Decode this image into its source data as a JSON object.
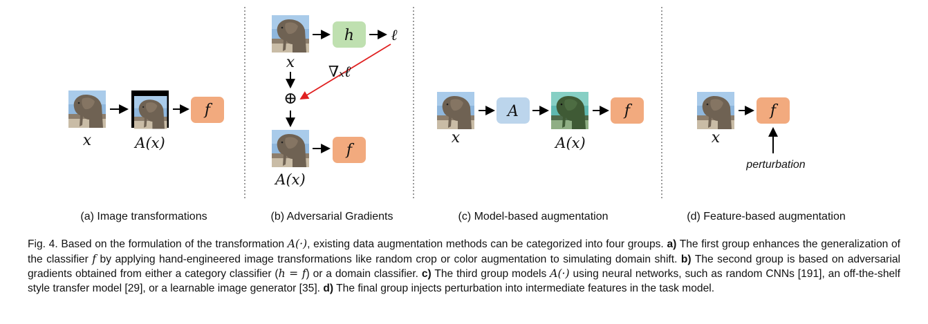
{
  "panels": {
    "a": {
      "subcaption": "(a) Image transformations",
      "input_label": "x",
      "output_label": "A(x)",
      "model_label": "f"
    },
    "b": {
      "subcaption": "(b) Adversarial Gradients",
      "input_label": "x",
      "aux_model_label": "h",
      "loss_label": "ℓ",
      "gradient_label": "∇ₓℓ",
      "add_symbol": "⊕",
      "output_label": "A(x)",
      "model_label": "f"
    },
    "c": {
      "subcaption": "(c) Model-based augmentation",
      "input_label": "x",
      "augmenter_label": "A",
      "output_label": "A(x)",
      "model_label": "f"
    },
    "d": {
      "subcaption": "(d) Feature-based augmentation",
      "input_label": "x",
      "model_label": "f",
      "perturbation_label": "perturbation"
    }
  },
  "caption": {
    "fig_label": "Fig. 4.",
    "p1": "Based on the formulation of the transformation",
    "A_op": "A(·)",
    "p2": ", existing data augmentation methods can be categorized into four groups.",
    "a_tag": "a)",
    "p3": "The first group enhances the generalization of the classifier",
    "f_sym": "f",
    "p4": "by applying hand-engineered image transformations like random crop or color augmentation to simulating domain shift.",
    "b_tag": "b)",
    "p5": "The second group is based on adversarial gradients obtained from either a category classifier (",
    "h_eq_f": "h = f",
    "p6": ") or a domain classifier.",
    "c_tag": "c)",
    "p7": "The third group models",
    "A_op2": "A(·)",
    "p8": "using neural networks, such as random CNNs [191], an off-the-shelf style transfer model [29], or a learnable image generator [35].",
    "d_tag": "d)",
    "p9": "The final group injects perturbation into intermediate features in the task model."
  },
  "colors": {
    "model_box": "#f2aa7e",
    "aux_box": "#bfe0b0",
    "augmenter_box": "#bcd5ec",
    "gradient_arrow": "#e02020",
    "divider": "#555555"
  }
}
